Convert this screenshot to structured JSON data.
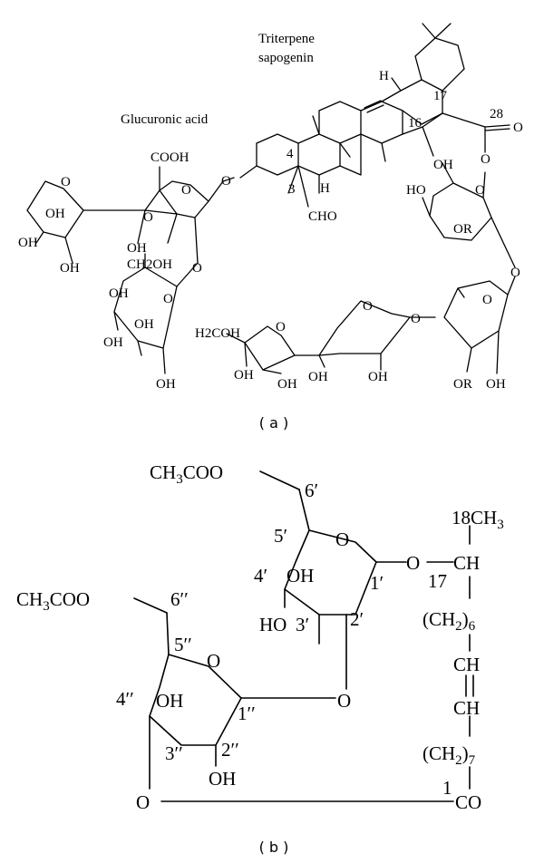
{
  "panel_a": {
    "caption": "( a )",
    "title_line1": "Triterpene",
    "title_line2": "sapogenin",
    "glucuronic_acid": "Glucuronic acid",
    "cooh": "COOH",
    "oh": "OH",
    "ch2oh": "CH2OH",
    "h2coh": "H2COH",
    "cho": "CHO",
    "h": "H",
    "o": "O",
    "or": "OR",
    "num_3": "3",
    "num_4": "4",
    "num_16": "16",
    "num_17": "17",
    "num_28": "28"
  },
  "panel_b": {
    "caption": "( b )",
    "acetate": "CH3COO",
    "oh": "OH",
    "ho": "HO",
    "o": "O",
    "ch3": "18CH3",
    "ch": "CH",
    "ch2_6": "(CH2)6",
    "ch2_7": "(CH2)7",
    "co": "CO",
    "num_1": "1",
    "num_17": "17",
    "p1": "1′",
    "p2": "2′",
    "p3": "3′",
    "p4": "4′",
    "p5": "5′",
    "p6": "6′",
    "pp1": "1′′",
    "pp2": "2′′",
    "pp3": "3′′",
    "pp4": "4′′",
    "pp5": "5′′",
    "pp6": "6′′"
  }
}
